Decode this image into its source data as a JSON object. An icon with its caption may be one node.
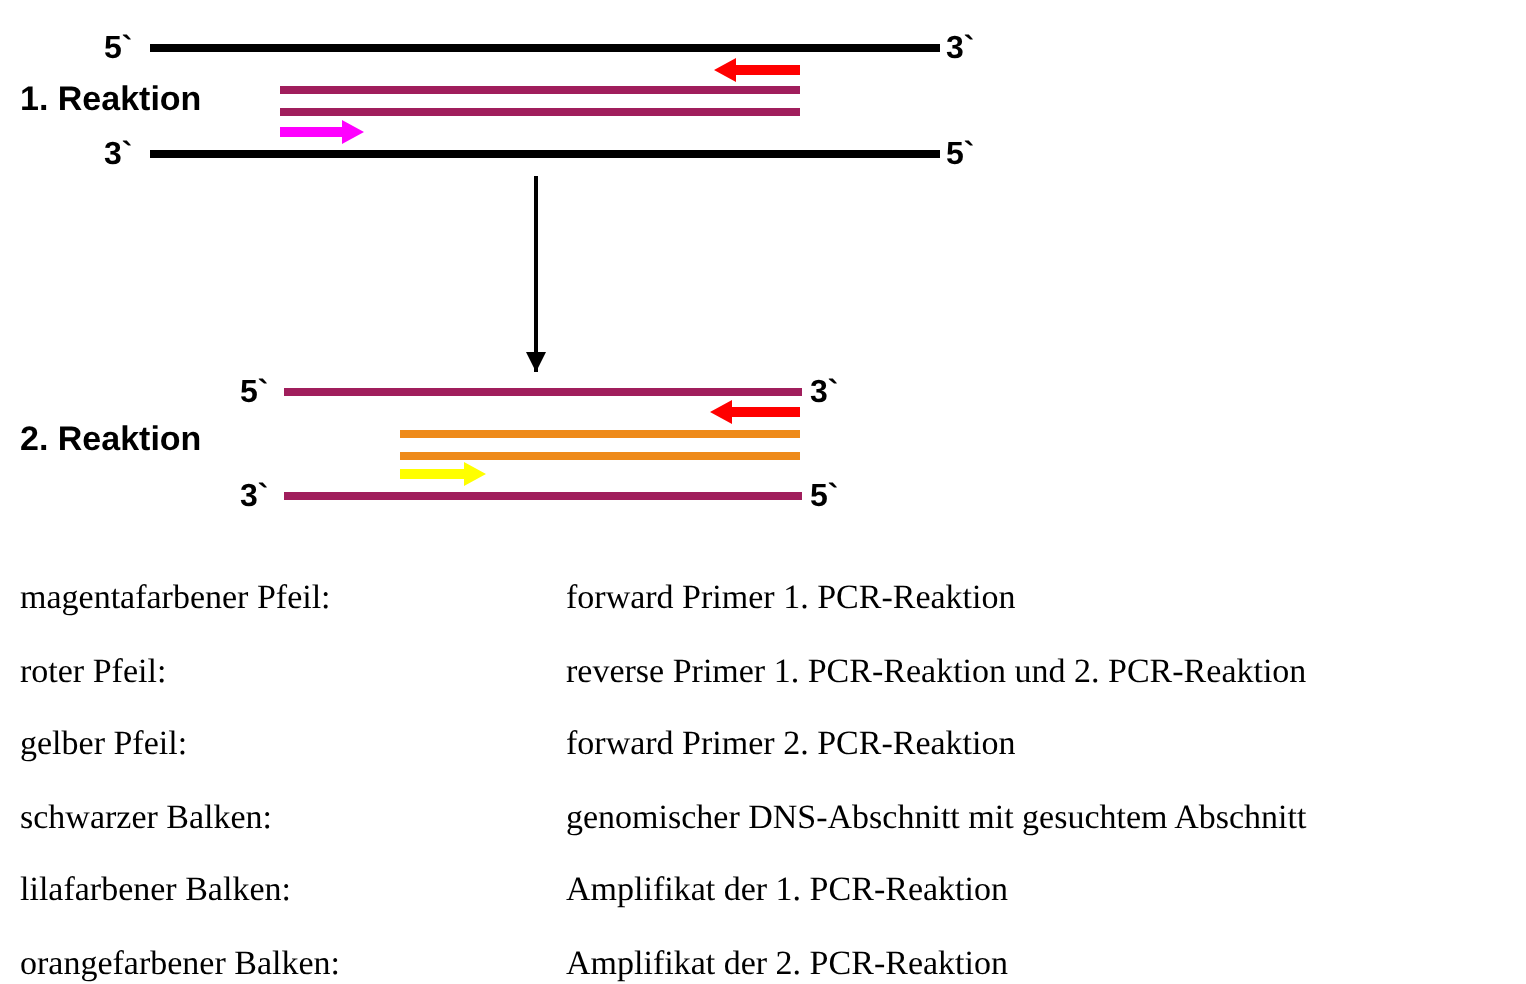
{
  "diagram": {
    "nodes": [
      {
        "text": [
          "1. Reaktion"
        ]
      },
      {
        "text": [
          "2. Reaktion"
        ]
      }
    ],
    "edges": [
      {
        "from": 0,
        "to": 1,
        "arrow": "to"
      }
    ],
    "labels": [
      "5`",
      "3`",
      "3`",
      "5`",
      "5`",
      "3`",
      "3`",
      "5`",
      "magentafarbener Pfeil:",
      "forward Primer 1. PCR-Reaktion",
      "roter Pfeil:",
      "reverse Primer 1. PCR-Reaktion und 2. PCR-Reaktion",
      "gelber Pfeil:",
      "forward Primer 2. PCR-Reaktion",
      "schwarzer Balken:",
      "genomischer DNS-Abschnitt mit gesuchtem Abschnitt",
      "lilafarbener Balken:",
      "Amplifikat der 1. PCR-Reaktion",
      "orangefarbener Balken:",
      "Amplifikat der 2. PCR-Reaktion"
    ]
  }
}
